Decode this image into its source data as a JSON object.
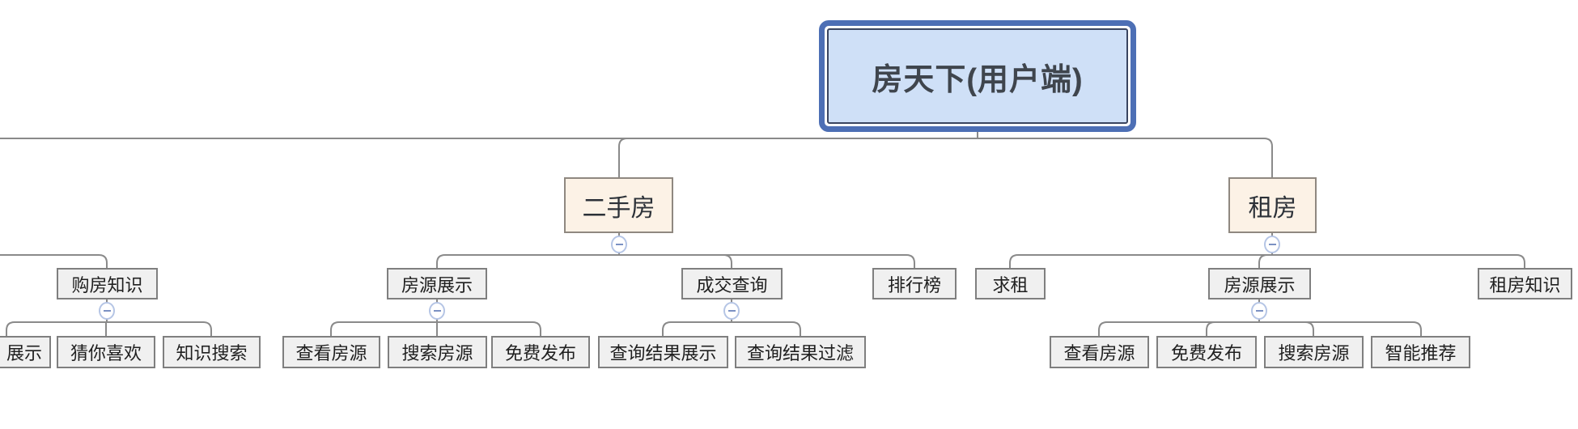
{
  "app": {
    "kind": "mindmap-canvas",
    "background": "#ffffff"
  },
  "colors": {
    "root_fill": "#cfe0f7",
    "root_outer_border": "#4d6fb5",
    "root_inner_border": "#3a4560",
    "branch_fill": "#fcf2e6",
    "branch_border": "#8f8880",
    "node_fill": "#f0f0f0",
    "node_border": "#7f7f7f",
    "connector_line": "#8a8a8a",
    "collapse_ring": "#b5c5e5",
    "collapse_minus": "#7b91c3"
  },
  "tree": {
    "root": {
      "label": "房天下(用户端)"
    },
    "branches": [
      {
        "offscreen": true,
        "children": [
          {
            "label": "购房知识",
            "children": [
              {
                "label": "展示",
                "clipped": true
              },
              {
                "label": "猜你喜欢"
              },
              {
                "label": "知识搜索"
              }
            ]
          }
        ]
      },
      {
        "label": "二手房",
        "children": [
          {
            "label": "房源展示",
            "children": [
              {
                "label": "查看房源"
              },
              {
                "label": "搜索房源"
              },
              {
                "label": "免费发布"
              }
            ]
          },
          {
            "label": "成交查询",
            "children": [
              {
                "label": "查询结果展示"
              },
              {
                "label": "查询结果过滤"
              }
            ]
          },
          {
            "label": "排行榜"
          }
        ]
      },
      {
        "label": "租房",
        "children": [
          {
            "label": "求租"
          },
          {
            "label": "房源展示",
            "children": [
              {
                "label": "查看房源"
              },
              {
                "label": "免费发布"
              },
              {
                "label": "搜索房源"
              },
              {
                "label": "智能推荐"
              }
            ]
          },
          {
            "label": "租房知识"
          }
        ]
      }
    ]
  }
}
